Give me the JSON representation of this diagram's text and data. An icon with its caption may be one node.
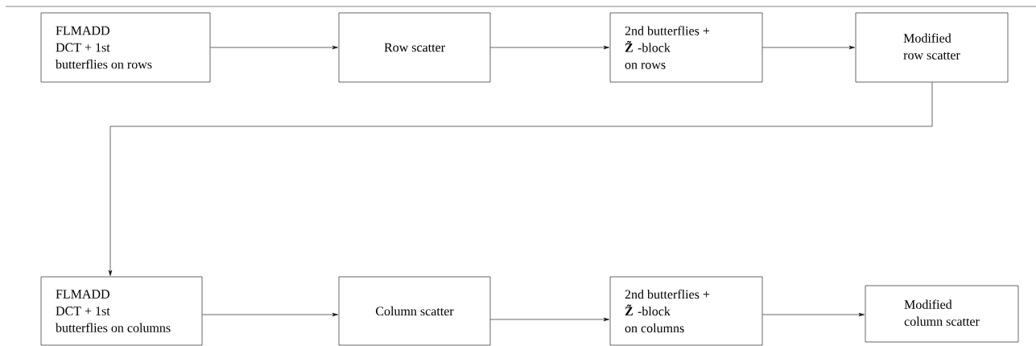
{
  "diagram": {
    "nodes": [
      {
        "text": [
          "FLMADD",
          "DCT + 1st",
          "butterflies on rows"
        ]
      },
      {
        "text": [
          "Row scatter"
        ]
      },
      {
        "text": [
          "2nd butterflies +",
          "**Z̃**-block",
          "on rows"
        ]
      },
      {
        "text": [
          "Modified",
          "row scatter"
        ]
      },
      {
        "text": [
          "FLMADD",
          "DCT + 1st",
          "butterflies on columns"
        ]
      },
      {
        "text": [
          "Column scatter"
        ]
      },
      {
        "text": [
          "2nd butterflies +",
          "**Z̃**-block",
          "on columns"
        ]
      },
      {
        "text": [
          "Modified",
          "column scatter"
        ]
      }
    ],
    "edges": [
      {
        "from": 0,
        "to": 1,
        "arrow": "to"
      },
      {
        "from": 1,
        "to": 2,
        "arrow": "to"
      },
      {
        "from": 2,
        "to": 3,
        "arrow": "to"
      },
      {
        "from": 3,
        "to": 4,
        "arrow": "to"
      },
      {
        "from": 4,
        "to": 5,
        "arrow": "to"
      },
      {
        "from": 5,
        "to": 6,
        "arrow": "to"
      },
      {
        "from": 6,
        "to": 7,
        "arrow": "to"
      }
    ]
  }
}
